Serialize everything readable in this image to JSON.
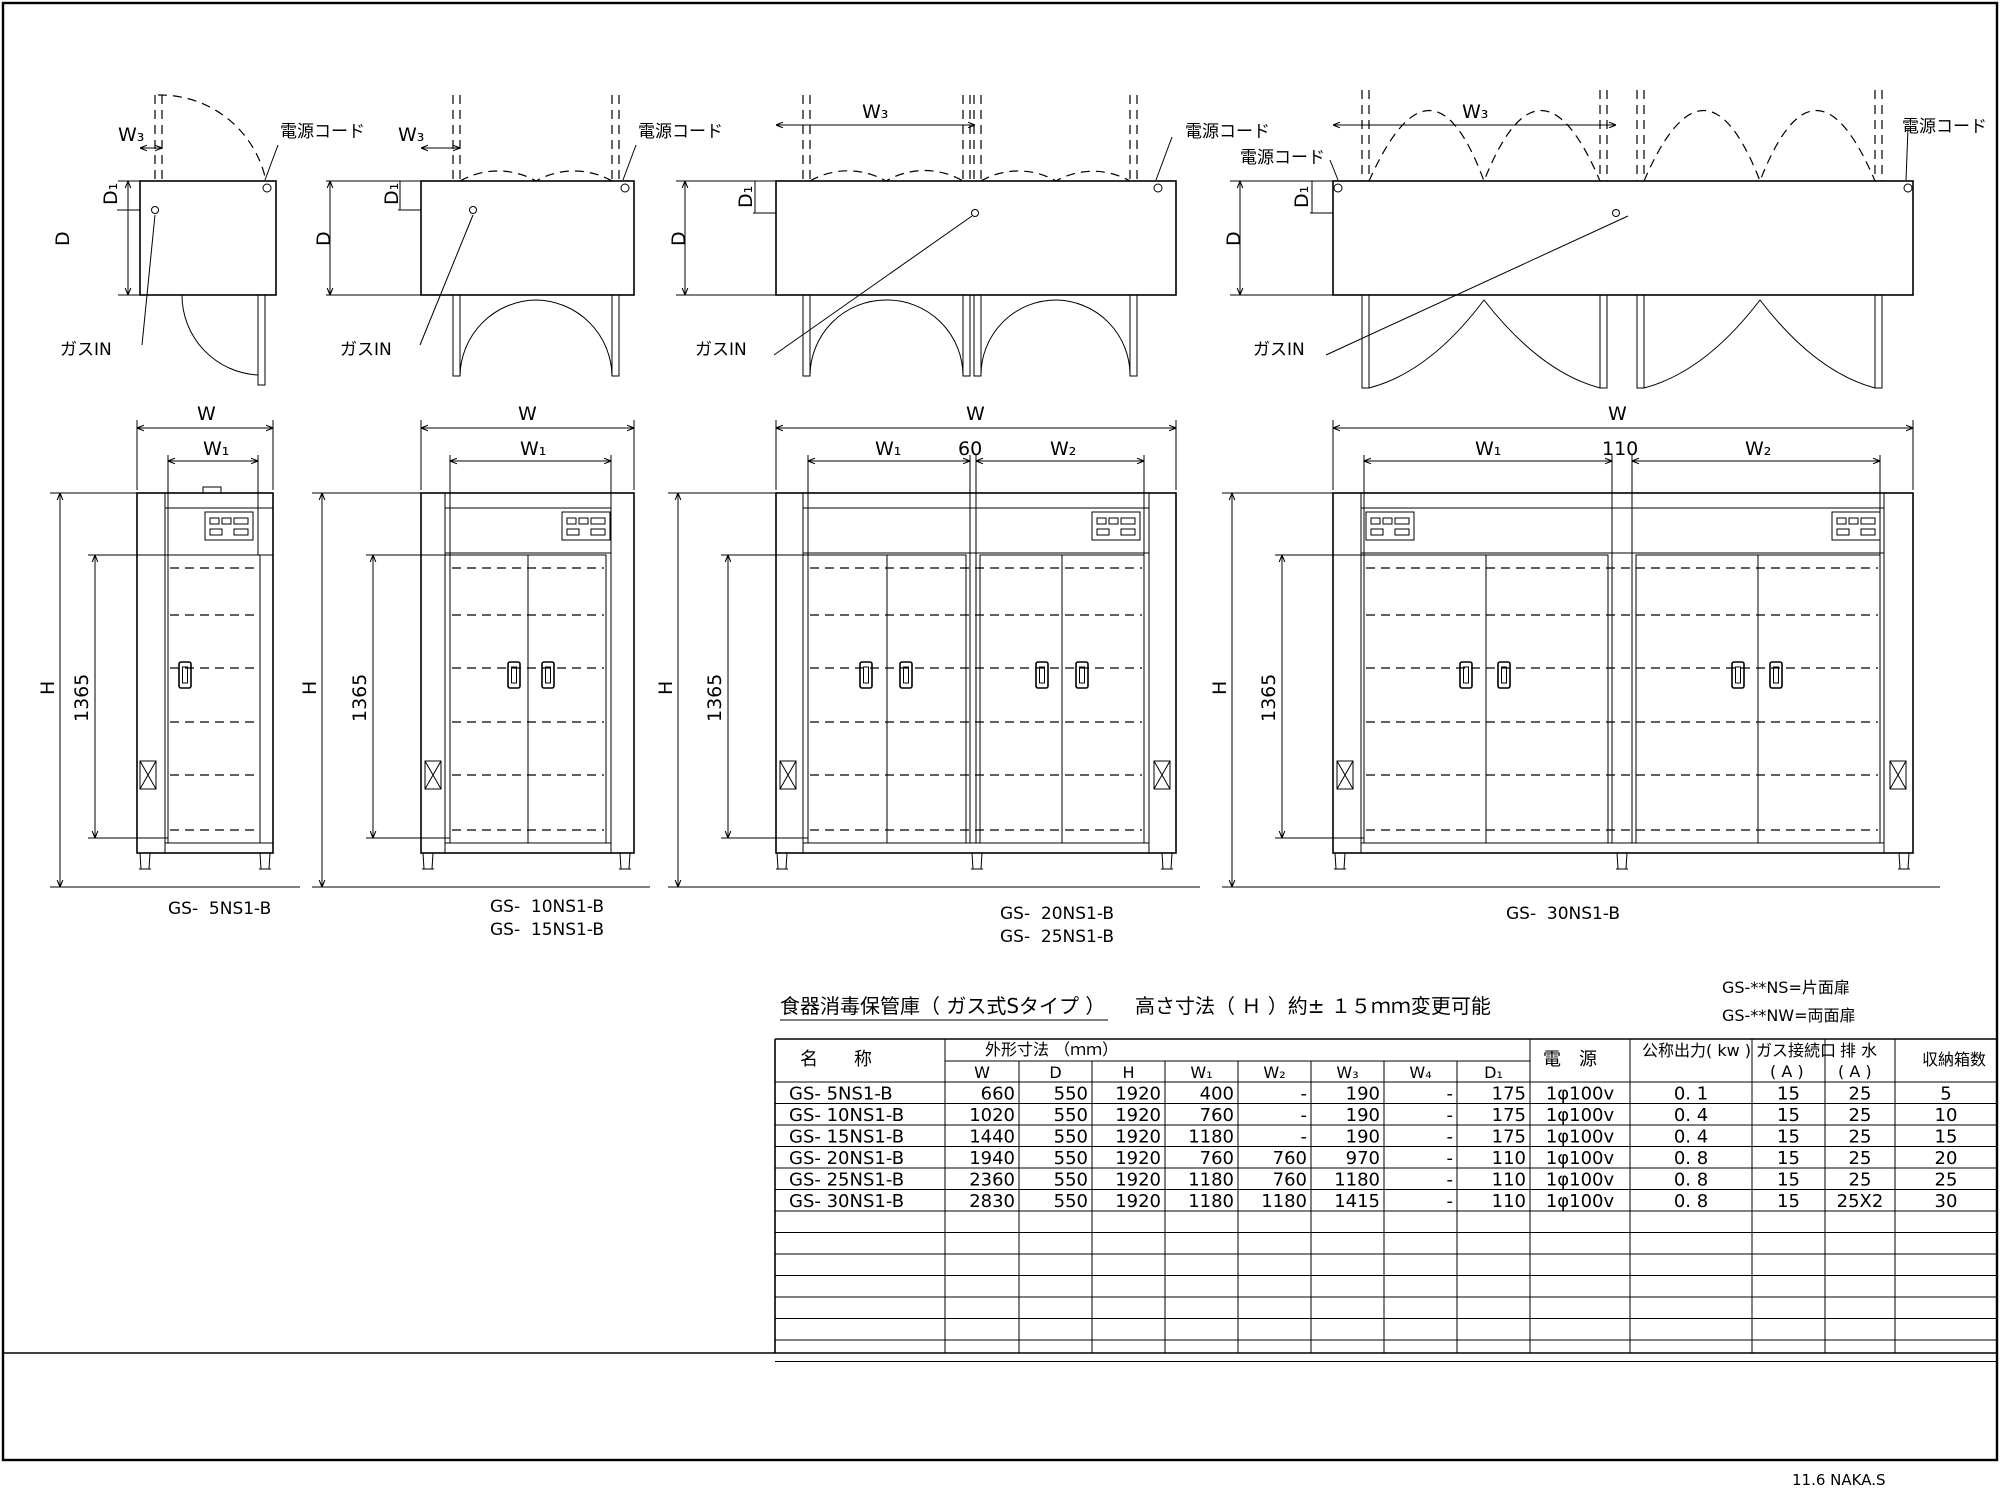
{
  "plan_labels": {
    "w3": "W₃",
    "d1": "D₁",
    "d": "D",
    "gas_in": "ガスIN",
    "power_cord": "電源コード"
  },
  "front_labels": {
    "w": "W",
    "w1": "W₁",
    "w2": "W₂",
    "h": "H",
    "h_value": "1365",
    "gap_20": "60",
    "gap_30": "110"
  },
  "model_captions": {
    "m5": "GS-  5NS1-B",
    "m10": "GS-  10NS1-B",
    "m15": "GS-  15NS1-B",
    "m20": "GS-  20NS1-B",
    "m25": "GS-  25NS1-B",
    "m30": "GS-  30NS1-B"
  },
  "title": {
    "main": "食器消毒保管庫（ ガス式Sタイプ ）",
    "height_note": "高さ寸法（ Ｈ ）約± １５ｍｍ変更可能",
    "ns_note": "GS-**NS=片面扉",
    "nw_note": "GS-**NW=両面扉"
  },
  "table": {
    "outer_dim_label": "外形寸法 （ｍｍ）",
    "name_header": "名　　称",
    "dim_headers": [
      "W",
      "D",
      "H",
      "W₁",
      "W₂",
      "W₃",
      "W₄",
      "D₁"
    ],
    "power_header": "電　源",
    "output_header": "公称出力( kw )",
    "gas_header": "ガス接続口",
    "gas_unit": "( A )",
    "drain_header": "排 水",
    "drain_unit": "( A )",
    "capacity_header": "収納箱数",
    "rows": [
      [
        "GS-  5NS1-B",
        "660",
        "550",
        "1920",
        "400",
        "-",
        "190",
        "-",
        "175",
        "1φ100v",
        "0. 1",
        "15",
        "25",
        "5"
      ],
      [
        "GS- 10NS1-B",
        "1020",
        "550",
        "1920",
        "760",
        "-",
        "190",
        "-",
        "175",
        "1φ100v",
        "0. 4",
        "15",
        "25",
        "10"
      ],
      [
        "GS- 15NS1-B",
        "1440",
        "550",
        "1920",
        "1180",
        "-",
        "190",
        "-",
        "175",
        "1φ100v",
        "0. 4",
        "15",
        "25",
        "15"
      ],
      [
        "GS- 20NS1-B",
        "1940",
        "550",
        "1920",
        "760",
        "760",
        "970",
        "-",
        "110",
        "1φ100v",
        "0. 8",
        "15",
        "25",
        "20"
      ],
      [
        "GS- 25NS1-B",
        "2360",
        "550",
        "1920",
        "1180",
        "760",
        "1180",
        "-",
        "110",
        "1φ100v",
        "0. 8",
        "15",
        "25",
        "25"
      ],
      [
        "GS- 30NS1-B",
        "2830",
        "550",
        "1920",
        "1180",
        "1180",
        "1415",
        "-",
        "110",
        "1φ100v",
        "0. 8",
        "15",
        "25X2",
        "30"
      ]
    ]
  },
  "footer": {
    "stamp": "11.6 NAKA.S"
  }
}
